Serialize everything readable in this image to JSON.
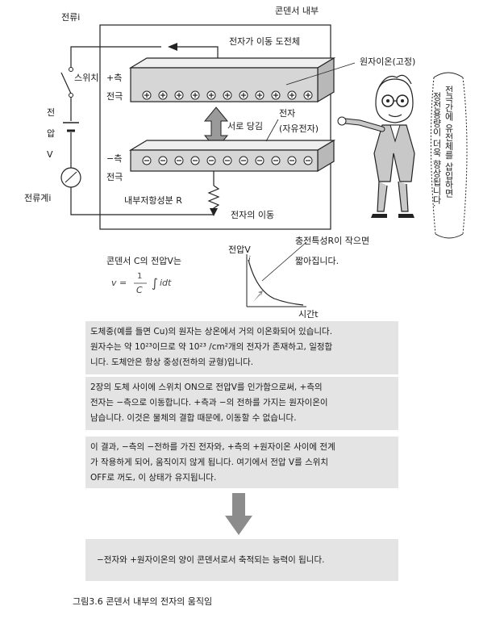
{
  "diagram": {
    "current_label": "전류i",
    "title": "콘덴서 내부",
    "electron_move_conductor": "전자가 이동  도전체",
    "atom_ion_fixed": "원자이온(고정)",
    "switch_label": "스위치",
    "plus_side_1": "+측",
    "plus_side_2": "전극",
    "voltage_v1": "전",
    "voltage_v2": "압",
    "voltage_v3": "V",
    "electron_label": "전자",
    "free_electron": "(자유전자)",
    "attraction": "서로 당김",
    "minus_side_1": "−측",
    "minus_side_2": "전극",
    "ammeter": "전류계i",
    "internal_resistance": "내부저항성분 R",
    "electron_move": "전자의 이동",
    "speech_line1": "전극간에 유전체를 삽입하면",
    "speech_line2": "정전용량이 더욱 향상됩니다.",
    "capacitor_voltage": "콘덴서 C의 전압V는",
    "charge_note": "충전특성R이 작으면",
    "charge_note2": "짧아집니다.",
    "graph_ylabel": "전압V",
    "graph_xlabel": "시간t"
  },
  "paragraphs": [
    [
      "도체중(예를 들면 Cu)의 원자는 상온에서 거의 이온화되어 있습니다.",
      "원자수는 약 10²³이므로 약 10²³ /cm²개의 전자가 존재하고, 일정합",
      "니다. 도체안은 항상 중성(전하의 균형)입니다."
    ],
    [
      "2장의 도체 사이에 스위치 ON으로 전압V를 인가함으로써, +측의",
      "전자는 −측으로 이동합니다. +측과 −의 전하를 가지는 원자이온이",
      "남습니다. 이것은 물체의 결합 때문에, 이동할 수 없습니다."
    ],
    [
      "이 결과, −측의 −전하를 가진 전자와, +측의 +원자이온 사이에 전계",
      "가 작용하게 되어, 움직이지 않게 됩니다. 여기에서 전압 V를 스위치",
      "OFF로 꺼도, 이 상태가 유지됩니다."
    ]
  ],
  "conclusion": "−전자와 +원자이온의 양이 콘덴서로서 축적되는 능력이 됩니다.",
  "caption": "그림3.6  콘덴서 내부의 전자의 움직임",
  "colors": {
    "panel": "#e4e4e4",
    "arrow": "#8c8c8c",
    "plate": "#d6d6d6"
  }
}
